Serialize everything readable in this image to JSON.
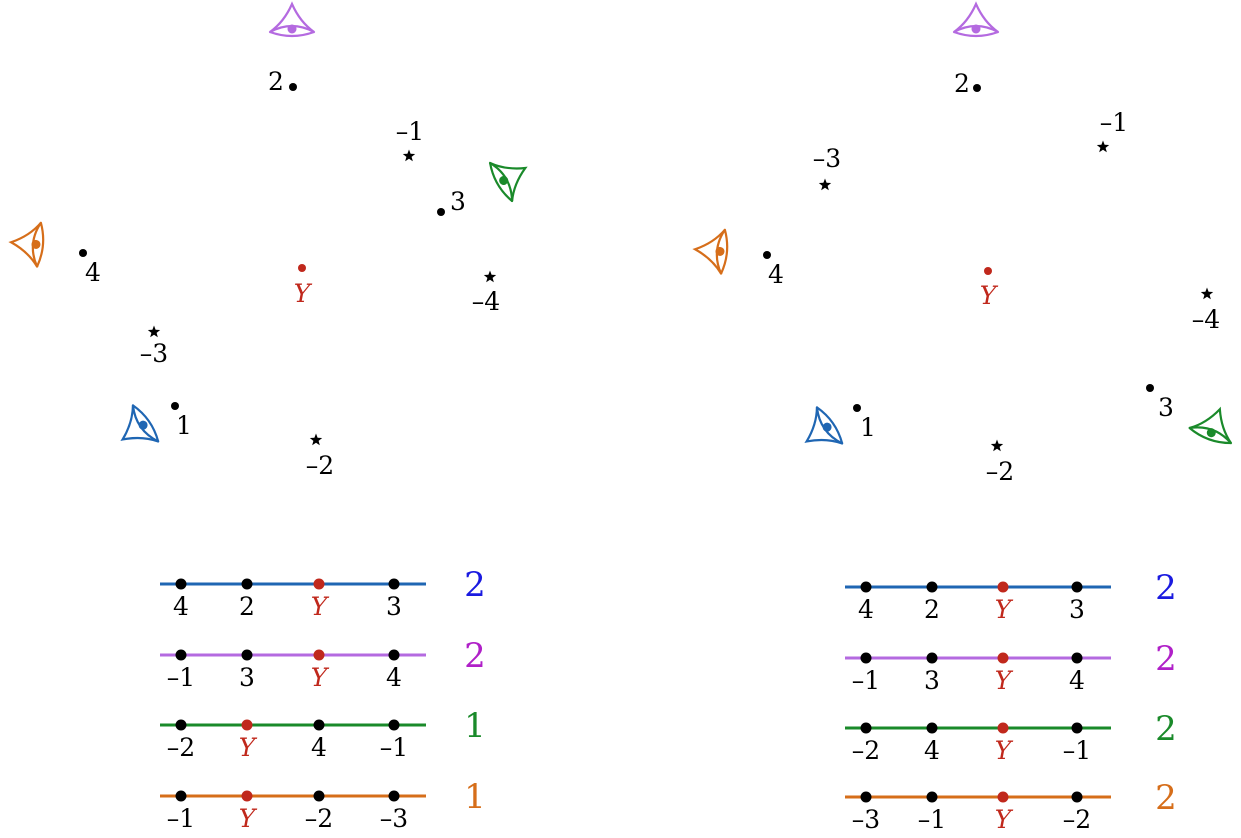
{
  "colors": {
    "blue": "#1f66b3",
    "purple": "#b46ae0",
    "green": "#1a8a2a",
    "orange": "#d66e1a",
    "red": "#c0281c",
    "black": "#000000",
    "count_blue": "#1a1ae0",
    "count_purple": "#b020c8",
    "count_green": "#1a8a2a",
    "count_orange": "#d66e1a"
  },
  "icons": [
    "eye-icon",
    "dot-marker",
    "star-marker"
  ],
  "panels": [
    {
      "target_label": "Y",
      "points": [
        {
          "label": "1",
          "marker": "dot"
        },
        {
          "label": "2",
          "marker": "dot"
        },
        {
          "label": "3",
          "marker": "dot"
        },
        {
          "label": "4",
          "marker": "dot"
        },
        {
          "label": "–1",
          "marker": "star"
        },
        {
          "label": "–2",
          "marker": "star"
        },
        {
          "label": "–3",
          "marker": "star"
        },
        {
          "label": "–4",
          "marker": "star"
        }
      ],
      "viewers": [
        "blue",
        "purple",
        "green",
        "orange"
      ],
      "rows": [
        {
          "color": "blue",
          "labels": [
            "4",
            "2",
            "Y",
            "3"
          ],
          "count": "2"
        },
        {
          "color": "purple",
          "labels": [
            "–1",
            "3",
            "Y",
            "4"
          ],
          "count": "2"
        },
        {
          "color": "green",
          "labels": [
            "–2",
            "Y",
            "4",
            "–1"
          ],
          "count": "1"
        },
        {
          "color": "orange",
          "labels": [
            "–1",
            "Y",
            "–2",
            "–3"
          ],
          "count": "1"
        }
      ]
    },
    {
      "target_label": "Y",
      "points": [
        {
          "label": "1",
          "marker": "dot"
        },
        {
          "label": "2",
          "marker": "dot"
        },
        {
          "label": "3",
          "marker": "dot"
        },
        {
          "label": "4",
          "marker": "dot"
        },
        {
          "label": "–1",
          "marker": "star"
        },
        {
          "label": "–2",
          "marker": "star"
        },
        {
          "label": "–3",
          "marker": "star"
        },
        {
          "label": "–4",
          "marker": "star"
        }
      ],
      "viewers": [
        "blue",
        "purple",
        "green",
        "orange"
      ],
      "rows": [
        {
          "color": "blue",
          "labels": [
            "4",
            "2",
            "Y",
            "3"
          ],
          "count": "2"
        },
        {
          "color": "purple",
          "labels": [
            "–1",
            "3",
            "Y",
            "4"
          ],
          "count": "2"
        },
        {
          "color": "green",
          "labels": [
            "–2",
            "4",
            "Y",
            "–1"
          ],
          "count": "2"
        },
        {
          "color": "orange",
          "labels": [
            "–3",
            "–1",
            "Y",
            "–2"
          ],
          "count": "2"
        }
      ]
    }
  ]
}
